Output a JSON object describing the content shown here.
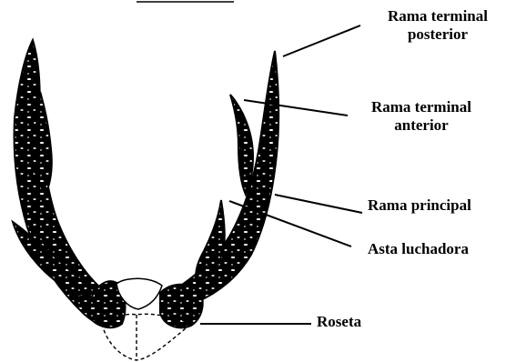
{
  "labels": {
    "rama_terminal_posterior": [
      "Rama terminal",
      "posterior"
    ],
    "rama_terminal_anterior": [
      "Rama terminal",
      "anterior"
    ],
    "rama_principal": "Rama principal",
    "asta_luchadora": "Asta luchadora",
    "roseta": "Roseta"
  },
  "colors": {
    "ink": "#000000",
    "background": "#ffffff"
  }
}
